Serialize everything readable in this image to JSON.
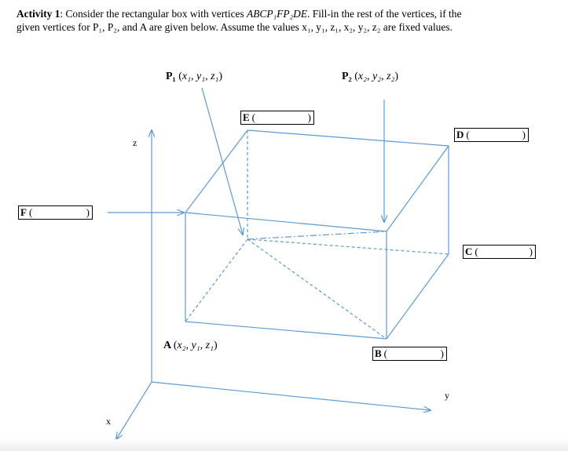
{
  "header": {
    "activity": "Activity 1",
    "line1_text": ": Consider the rectangular box with vertices ",
    "line1_vertices": "ABCP₁FP₂DE",
    "line1_end": ". Fill-in the rest of the vertices, if the",
    "line2": "given vertices for P₁, P₂, and A are given below. Assume the values x₁, y₁, z₁, x₂, y₂, z₂ are fixed values."
  },
  "labels": {
    "p1_name": "P₁",
    "p1_coords": "x₁, y₁, z₁",
    "p2_name": "P₂",
    "p2_coords": "x₂, y₂, z₂",
    "a_name": "A",
    "a_coords": "x₂, y₁, z₁",
    "open_paren": "(",
    "close_paren": ")"
  },
  "answer_boxes": {
    "e": {
      "letter": "E",
      "open": "(",
      "close": ")"
    },
    "d": {
      "letter": "D",
      "open": "(",
      "close": ")"
    },
    "f": {
      "letter": "F",
      "open": "(",
      "close": ")"
    },
    "c": {
      "letter": "C",
      "open": "(",
      "close": ")"
    },
    "b": {
      "letter": "B",
      "open": "(",
      "close": ")"
    }
  },
  "axes": {
    "z": "z",
    "x": "x",
    "y": "y"
  },
  "colors": {
    "line": "#5b9bd5"
  }
}
